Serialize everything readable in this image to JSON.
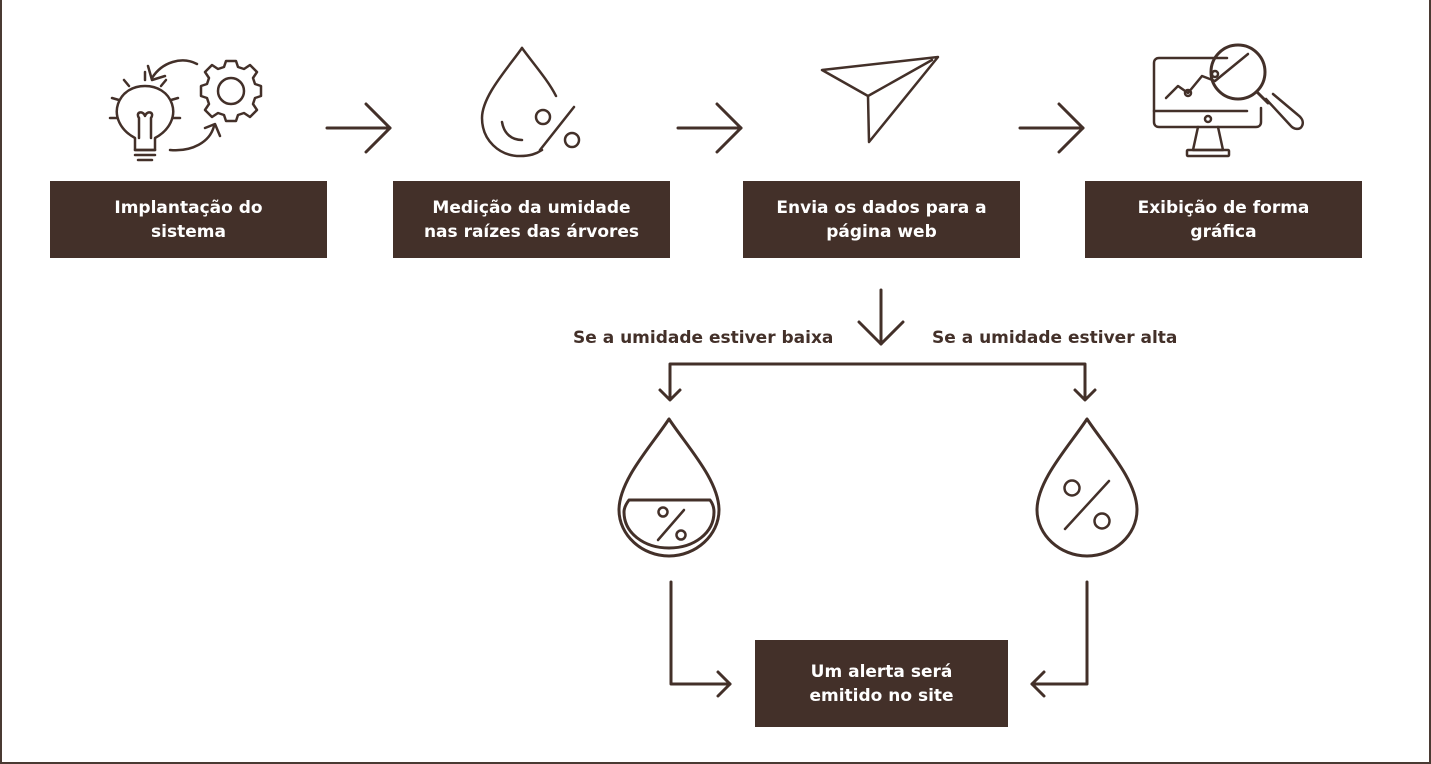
{
  "steps": [
    {
      "line1": "Implantação do",
      "line2": "sistema",
      "icon": "lightbulb-gear-icon"
    },
    {
      "line1": "Medição da umidade",
      "line2": "nas raízes das árvores",
      "icon": "water-drop-percent-icon"
    },
    {
      "line1": "Envia os dados para a",
      "line2": "página web",
      "icon": "paper-plane-icon"
    },
    {
      "line1": "Exibição de forma",
      "line2": "gráfica",
      "icon": "monitor-chart-magnifier-icon"
    }
  ],
  "branches": {
    "low_label": "Se a umidade estiver baixa",
    "high_label": "Se a umidade estiver alta",
    "low_icon": "half-filled-drop-percent-icon",
    "high_icon": "drop-percent-icon"
  },
  "alert": {
    "line1": "Um alerta será",
    "line2": "emitido no site"
  },
  "colors": {
    "primary": "#433029",
    "text_on_primary": "#ffffff",
    "background": "#ffffff"
  }
}
